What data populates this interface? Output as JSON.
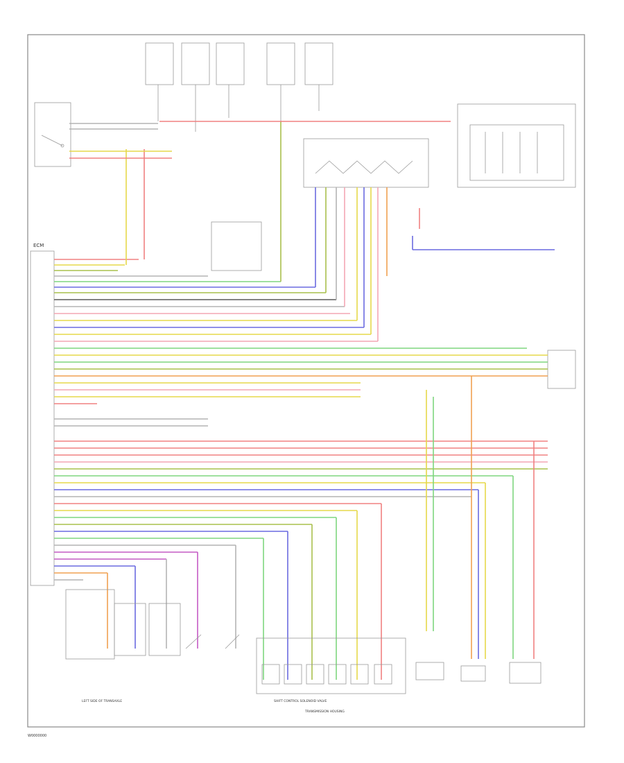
{
  "diagram": {
    "footer_code": "W0000000",
    "labels": {
      "left_side_of_transaxle": "LEFT SIDE OF TRANSAXLE",
      "transmission_housing": "TRANSMISSION HOUSING",
      "shift_control_solenoid_valve": "SHIFT CONTROL SOLENOID VALVE",
      "ecm_label": "ECM",
      "unreadable_tag": "?"
    }
  },
  "colors": {
    "red": "#f08080",
    "pink": "#f4a6b4",
    "yellow": "#e6d84a",
    "green": "#7ed67e",
    "olive": "#a8c04c",
    "blue": "#6a6ae0",
    "violet": "#b07ae0",
    "magenta": "#c45ac4",
    "orange": "#f0a050",
    "gray": "#b4b4b4",
    "black": "#5a5a5a",
    "teal": "#6cc4c4"
  }
}
